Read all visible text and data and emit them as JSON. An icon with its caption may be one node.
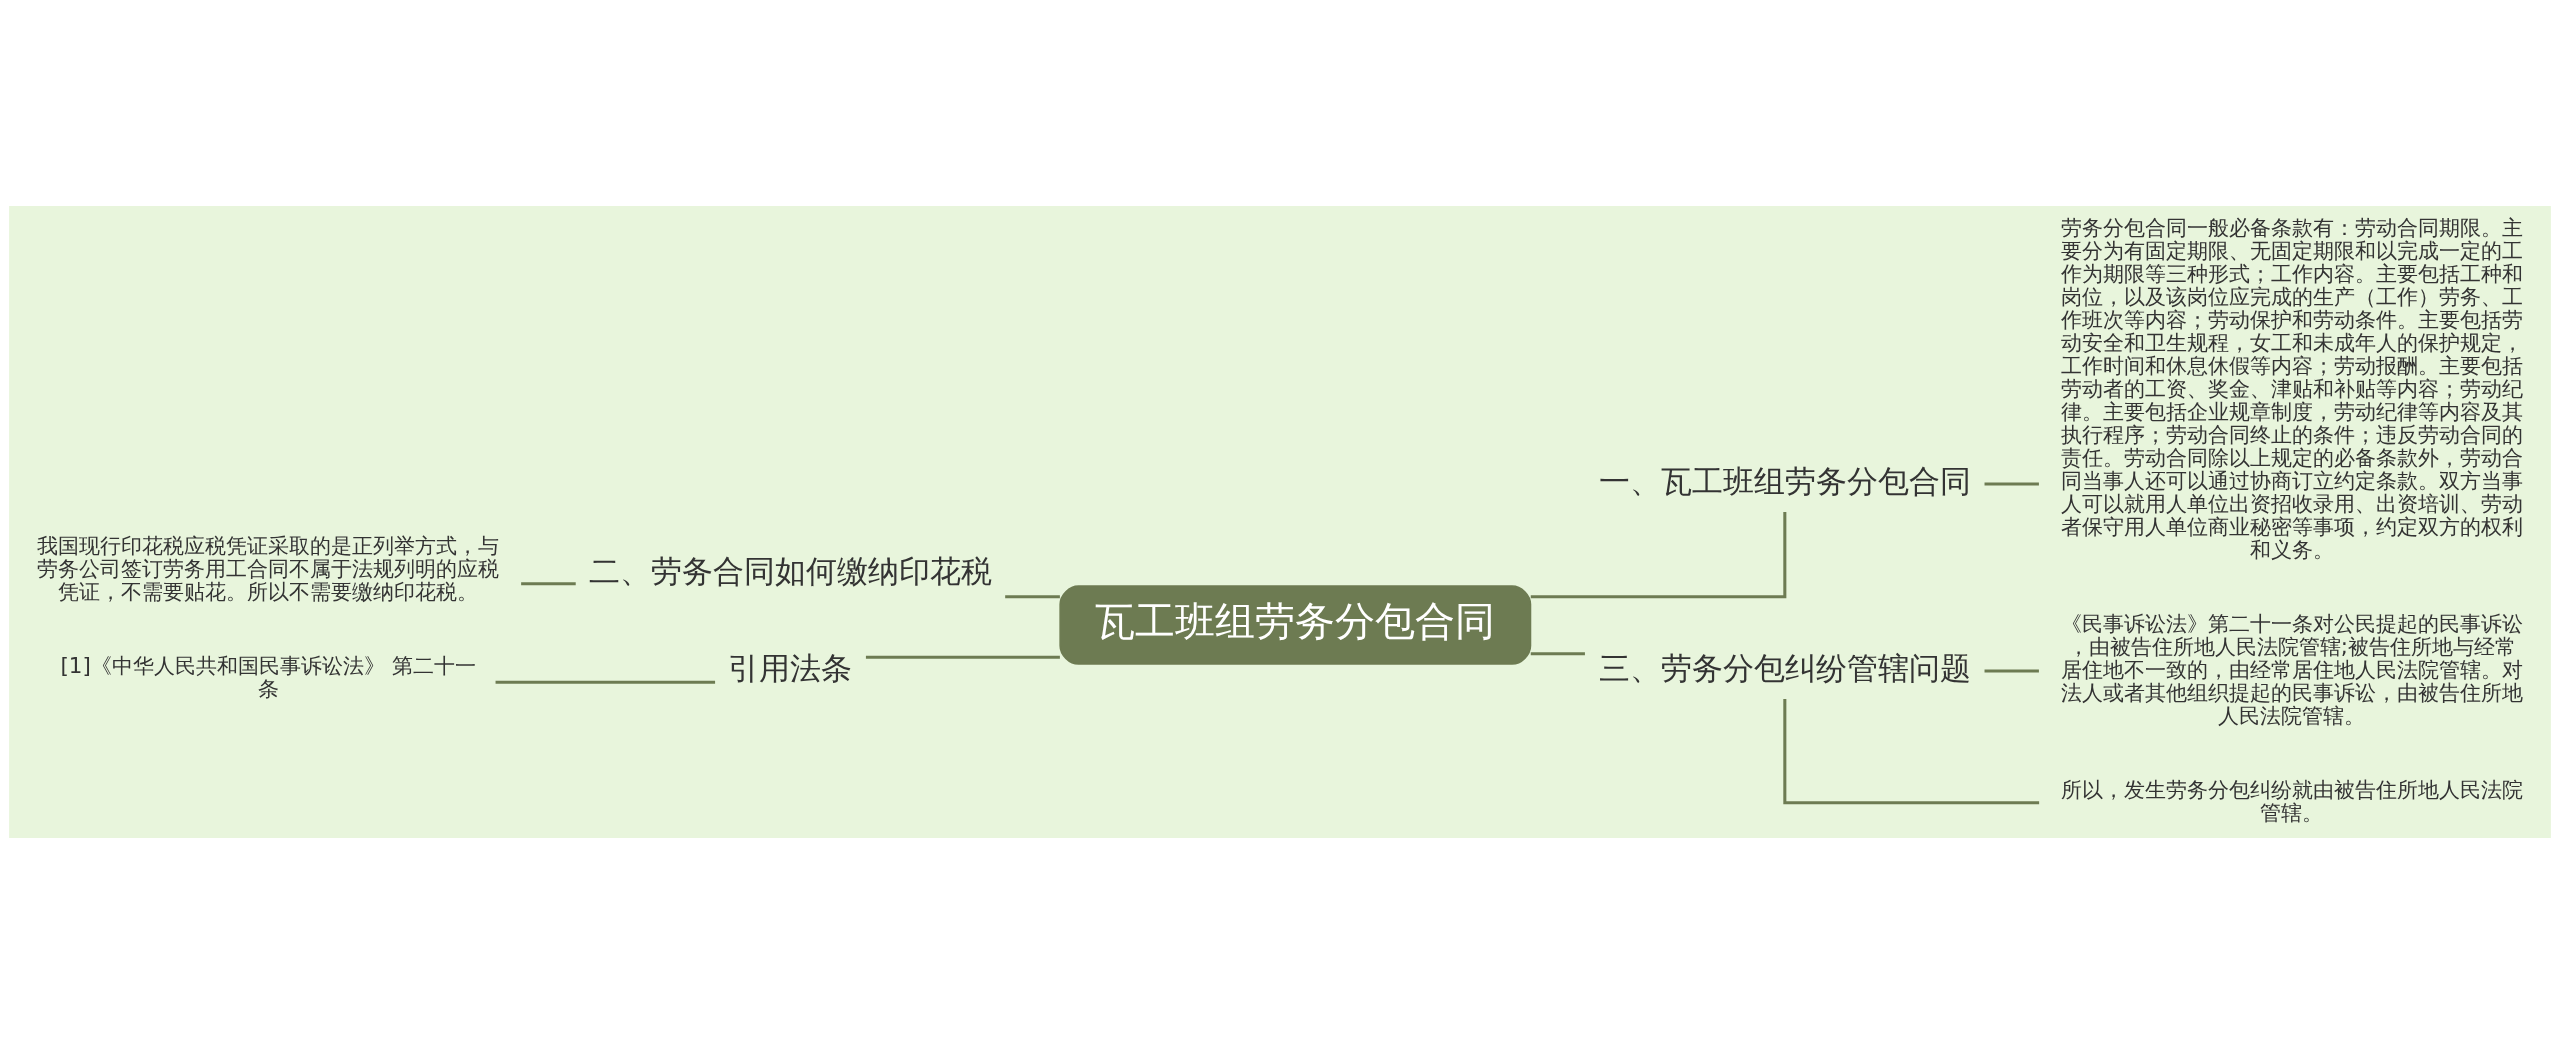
{
  "diagram": {
    "nodes": [
      {
        "text": [
          "瓦工班组劳务分包合同"
        ]
      },
      {
        "text": [
          "一、瓦工班组劳务分包合同"
        ]
      },
      {
        "text": [
          "劳务分包合同一般必备条款有：劳动合同期限。主要分为有固定期限、无固定期限和以完成一定的工作为期限等三种形式；工作内容。主要包括工种和岗位，以及该岗位应完成的生产（工作）劳务、工作班次等内容；劳动保护和劳动条件。主要包括劳动安全和卫生规程，女工和未成年人的保护规定，工作时间和休息休假等内容；劳动报酬。主要包括劳动者的工资、奖金、津贴和补贴等内容；劳动纪律。主要包括企业规章制度，劳动纪律等内容及其执行程序；劳动合同终止的条件；违反劳动合同的责任。劳动合同除以上规定的必备条款外，劳动合同当事人还可以通过协商订立约定条款。双方当事人可以就用人单位出资招收录用、出资培训、劳动者保守用人单位商业秘密等事项，约定双方的权利和义务。"
        ]
      },
      {
        "text": [
          "三、劳务分包纠纷管辖问题"
        ]
      },
      {
        "text": [
          "《民事诉讼法》第二十一条对公民提起的民事诉讼，由被告住所地人民法院管辖;被告住所地与经常居住地不一致的，由经常居住地人民法院管辖。对法人或者其他组织提起的民事诉讼，由被告住所地人民法院管辖。"
        ]
      },
      {
        "text": [
          "所以，发生劳务分包纠纷就由被告住所地人民法院管辖。"
        ]
      },
      {
        "text": [
          "二、劳务合同如何缴纳印花税"
        ]
      },
      {
        "text": [
          "我国现行印花税应税凭证采取的是正列举方式，与劳务公司签订劳务用工合同不属于法规列明的应税凭证，不需要贴花。所以不需要缴纳印花税。"
        ]
      },
      {
        "text": [
          "引用法条"
        ]
      },
      {
        "text": [
          "[1]《中华人民共和国民事诉讼法》 第二十一条"
        ]
      }
    ],
    "edges": [
      {
        "from": 0,
        "to": 1,
        "arrow": "none"
      },
      {
        "from": 1,
        "to": 2,
        "arrow": "none"
      },
      {
        "from": 0,
        "to": 3,
        "arrow": "none"
      },
      {
        "from": 3,
        "to": 4,
        "arrow": "none"
      },
      {
        "from": 3,
        "to": 5,
        "arrow": "none"
      },
      {
        "from": 0,
        "to": 6,
        "arrow": "none"
      },
      {
        "from": 6,
        "to": 7,
        "arrow": "none"
      },
      {
        "from": 0,
        "to": 8,
        "arrow": "none"
      },
      {
        "from": 8,
        "to": 9,
        "arrow": "none"
      }
    ]
  }
}
